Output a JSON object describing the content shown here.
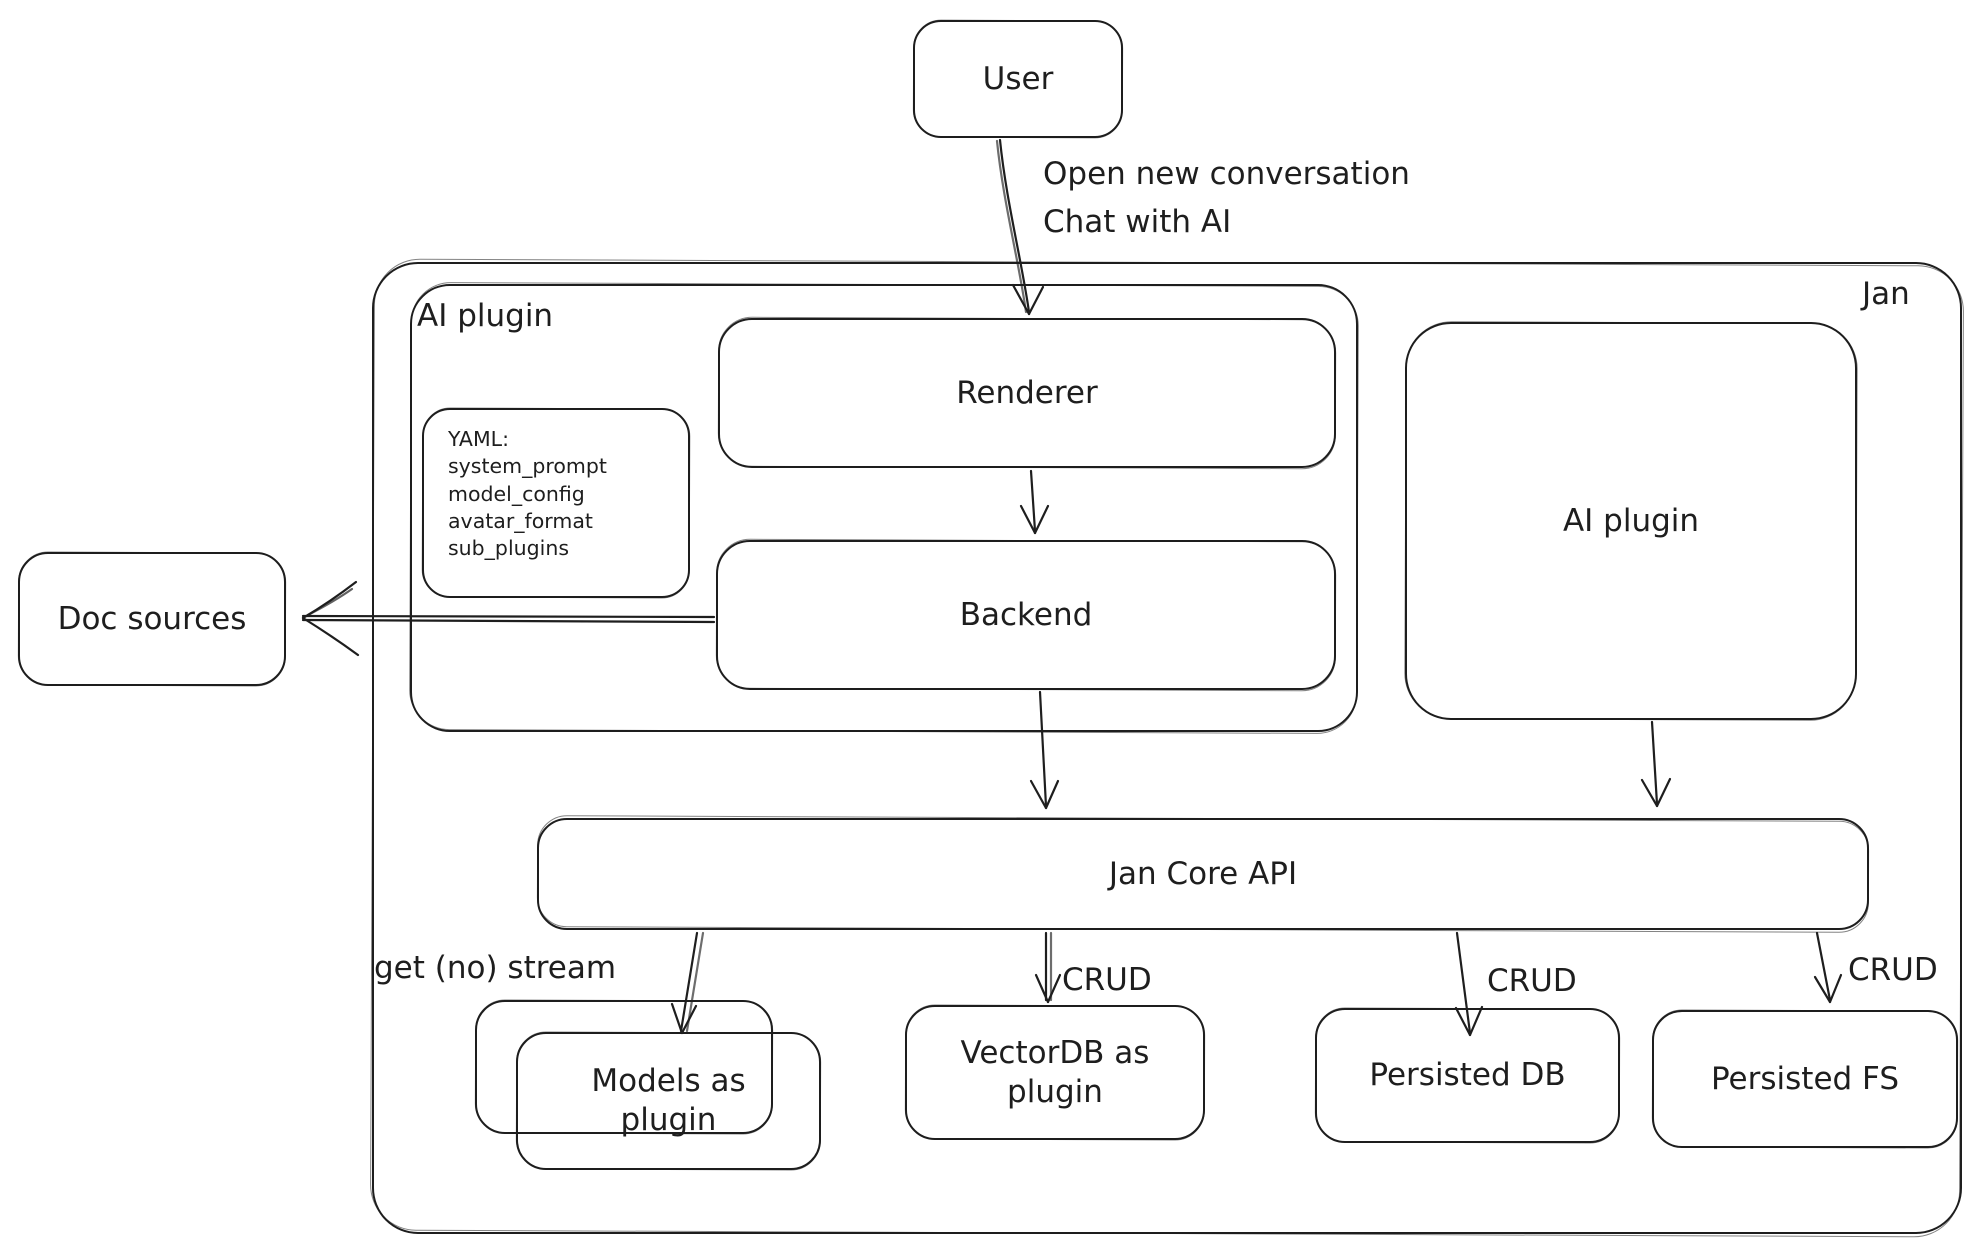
{
  "canvas": {
    "background": "#ffffff",
    "stroke_color": "#1e1e1e"
  },
  "outer": {
    "label": "Jan"
  },
  "group": {
    "label": "AI plugin"
  },
  "nodes": {
    "user": {
      "label": "User"
    },
    "renderer": {
      "label": "Renderer"
    },
    "backend": {
      "label": "Backend"
    },
    "doc_sources": {
      "label": "Doc sources"
    },
    "ai_plugin_right": {
      "label": "AI plugin"
    },
    "jan_core_api": {
      "label": "Jan Core API"
    },
    "models_as_plugin": {
      "label": "Models as plugin"
    },
    "vectordb": {
      "label": "VectorDB as plugin"
    },
    "persisted_db": {
      "label": "Persisted DB"
    },
    "persisted_fs": {
      "label": "Persisted FS"
    }
  },
  "note": {
    "title": "YAML:",
    "lines": [
      "system_prompt",
      "model_config",
      "avatar_format",
      "sub_plugins"
    ]
  },
  "edge_labels": {
    "user_line1": "Open new conversation",
    "user_line2": "Chat with AI",
    "stream": "get (no) stream",
    "crud_vectordb": "CRUD",
    "crud_db": "CRUD",
    "crud_fs": "CRUD"
  }
}
